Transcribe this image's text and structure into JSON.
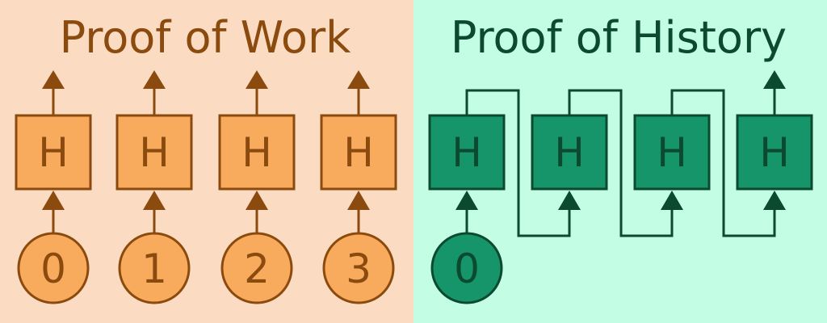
{
  "colors": {
    "pow_background": "#fbdcc2",
    "pow_fill": "#f9ab5d",
    "pow_stroke": "#8b4a0e",
    "pow_text": "#8b4a0e",
    "poh_background": "#c3fde4",
    "poh_fill": "#16946a",
    "poh_stroke": "#0b4a30",
    "poh_text": "#0b4a30"
  },
  "proof_of_work": {
    "title": "Proof of Work",
    "hash_label": "H",
    "inputs": [
      "0",
      "1",
      "2",
      "3"
    ]
  },
  "proof_of_history": {
    "title": "Proof of History",
    "hash_label": "H",
    "input": "0",
    "hash_count": 4
  }
}
